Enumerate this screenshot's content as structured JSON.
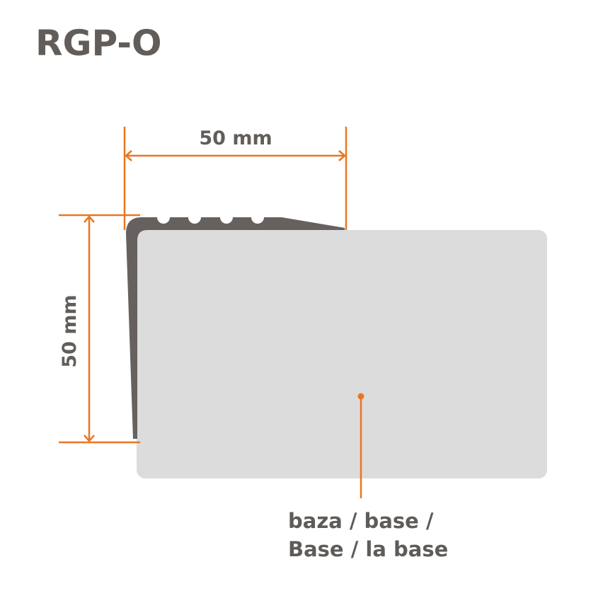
{
  "title": "RGP-O",
  "dimensions": {
    "width_label": "50 mm",
    "height_label": "50 mm"
  },
  "base_label": {
    "line1": "baza / base /",
    "line2": "Base / la base"
  },
  "colors": {
    "accent": "#e87722",
    "profile": "#66615e",
    "base": "#dcdcdc",
    "text": "#625d59"
  }
}
